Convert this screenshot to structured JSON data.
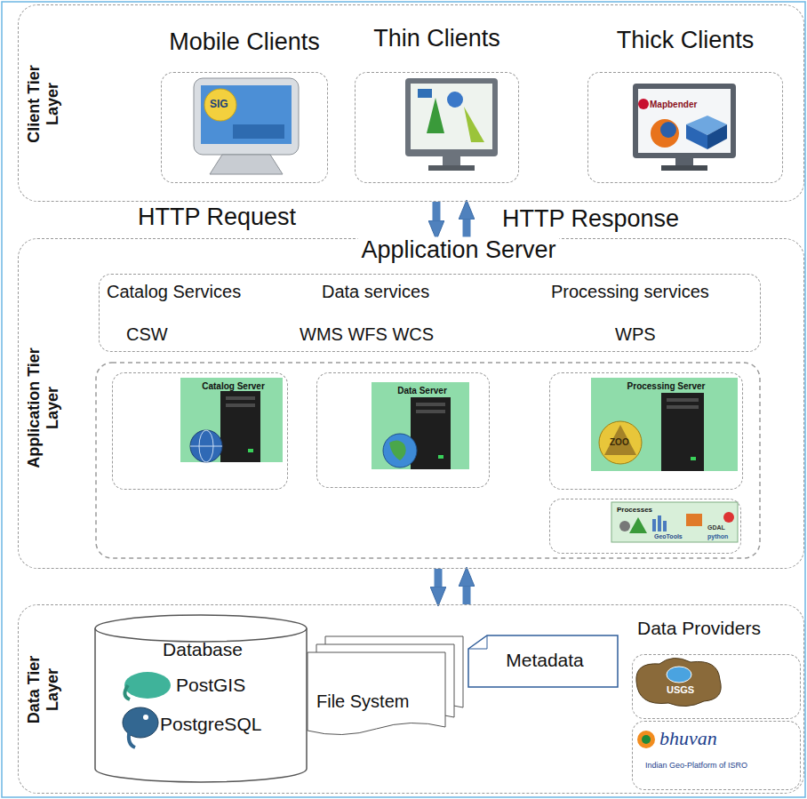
{
  "diagram": {
    "nodes": [
      {
        "text": [
          "Client Tier Layer"
        ]
      },
      {
        "text": [
          "Mobile Clients"
        ],
        "in": 0
      },
      {
        "text": [
          "Thin Clients"
        ],
        "in": 0
      },
      {
        "text": [
          "Thick Clients"
        ],
        "in": 0
      },
      {
        "text": [
          "Application Tier Layer",
          "Application Server"
        ]
      },
      {
        "text": [
          "Catalog Services",
          "Data services",
          "Processing services",
          "CSW",
          "WMS WFS WCS",
          "WPS"
        ],
        "in": 4
      },
      {
        "text": [
          "Catalog Server"
        ],
        "in": 4
      },
      {
        "text": [
          "Data Server"
        ],
        "in": 4
      },
      {
        "text": [
          "Processing Server"
        ],
        "in": 4
      },
      {
        "text": [
          "Processes"
        ],
        "in": 4
      },
      {
        "text": [
          "Data Tier Layer"
        ]
      },
      {
        "text": [
          "Database",
          "PostGIS",
          "PostgreSQL"
        ],
        "in": 10
      },
      {
        "text": [
          "File System"
        ],
        "in": 10
      },
      {
        "text": [
          "Metadata"
        ],
        "in": 10
      },
      {
        "text": [
          "Data Providers",
          "USGS"
        ],
        "in": 10
      },
      {
        "text": [
          "bhuvan",
          "Indian Geo-Platform of ISRO"
        ],
        "in": 10
      }
    ],
    "edges": [
      {
        "from": 0,
        "to": 4,
        "arrow": "to",
        "label": "HTTP Request"
      },
      {
        "from": 4,
        "to": 0,
        "arrow": "to",
        "label": "HTTP Response"
      },
      {
        "from": 4,
        "to": 10,
        "arrow": "to"
      },
      {
        "from": 10,
        "to": 4,
        "arrow": "to"
      }
    ],
    "labels": [
      "SIG",
      "Mapbender",
      "ZOO",
      "GDAL",
      "GeoTools",
      "python"
    ]
  }
}
